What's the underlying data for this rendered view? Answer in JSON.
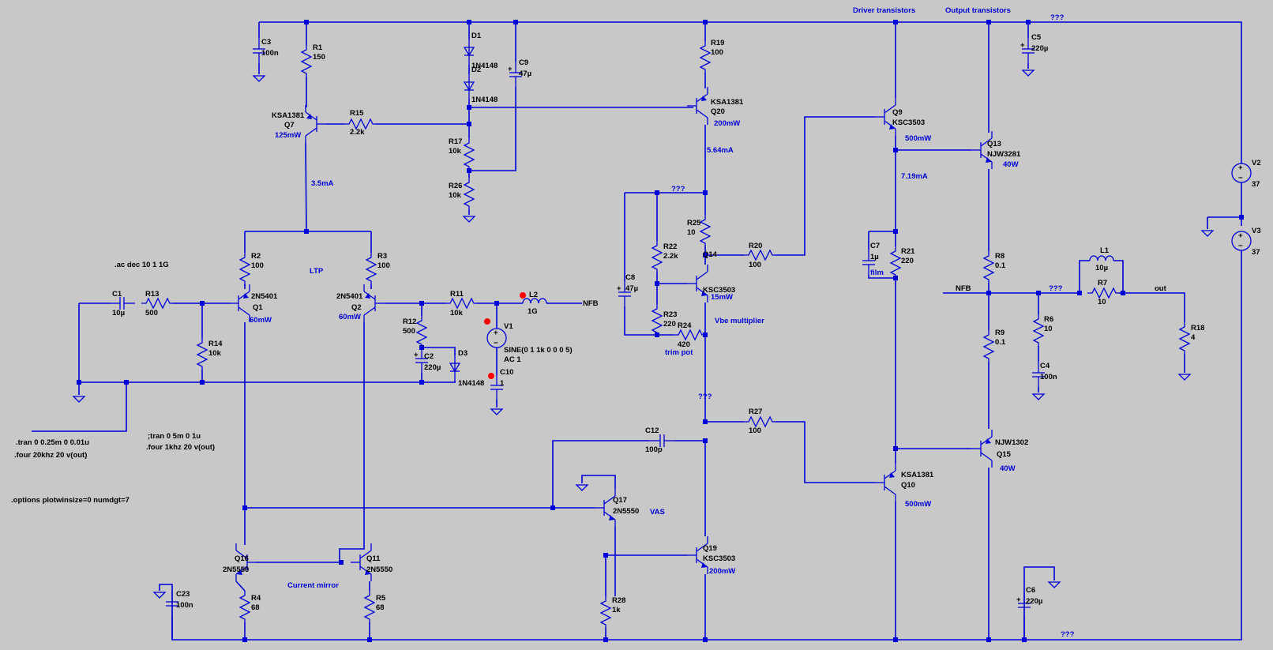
{
  "components": [
    {
      "id": "C3",
      "value": "100n"
    },
    {
      "id": "R1",
      "value": "150"
    },
    {
      "id": "D1",
      "value": "1N4148"
    },
    {
      "id": "D2",
      "value": "1N4148"
    },
    {
      "id": "C9",
      "value": "47µ"
    },
    {
      "id": "R19",
      "value": "100"
    },
    {
      "id": "C5",
      "value": "220µ"
    },
    {
      "id": "Q7",
      "model": "KSA1381",
      "power": "125mW"
    },
    {
      "id": "R15",
      "value": "2.2k"
    },
    {
      "id": "R17",
      "value": "10k"
    },
    {
      "id": "R26",
      "value": "10k"
    },
    {
      "id": "Q20",
      "model": "KSA1381",
      "power": "200mW"
    },
    {
      "id": "Q9",
      "model": "KSC3503",
      "power": "500mW"
    },
    {
      "id": "Q13",
      "model": "NJW3281",
      "power": "40W"
    },
    {
      "id": "V2",
      "value": "37"
    },
    {
      "id": "V3",
      "value": "37"
    },
    {
      "id": "R25",
      "value": "10"
    },
    {
      "id": "R22",
      "value": "2.2k"
    },
    {
      "id": "R23",
      "value": "220"
    },
    {
      "id": "C8",
      "value": "47µ"
    },
    {
      "id": "R24",
      "value": "420",
      "note": "trim pot"
    },
    {
      "id": "Q14",
      "model": "KSC3503",
      "power": "15mW"
    },
    {
      "id": "R20",
      "value": "100"
    },
    {
      "id": "C7",
      "value": "1µ",
      "note": "film"
    },
    {
      "id": "R21",
      "value": "220"
    },
    {
      "id": "R8",
      "value": "0.1"
    },
    {
      "id": "R9",
      "value": "0.1"
    },
    {
      "id": "L1",
      "value": "10µ"
    },
    {
      "id": "R7",
      "value": "10"
    },
    {
      "id": "R6",
      "value": "10"
    },
    {
      "id": "C4",
      "value": "100n"
    },
    {
      "id": "R18",
      "value": "4"
    },
    {
      "id": "R2",
      "value": "100"
    },
    {
      "id": "R3",
      "value": "100"
    },
    {
      "id": "Q1",
      "model": "2N5401",
      "power": "60mW"
    },
    {
      "id": "Q2",
      "model": "2N5401",
      "power": "60mW"
    },
    {
      "id": "C1",
      "value": "10µ"
    },
    {
      "id": "R13",
      "value": "500"
    },
    {
      "id": "R14",
      "value": "10k"
    },
    {
      "id": "R11",
      "value": "10k"
    },
    {
      "id": "L2",
      "value": "1G"
    },
    {
      "id": "R12",
      "value": "500"
    },
    {
      "id": "C2",
      "value": "220µ"
    },
    {
      "id": "D3",
      "value": "1N4148"
    },
    {
      "id": "V1",
      "value": "SINE(0 1 1k 0 0 0 5)",
      "ac": "AC 1"
    },
    {
      "id": "C10",
      "value": "1"
    },
    {
      "id": "C12",
      "value": "100p"
    },
    {
      "id": "R27",
      "value": "100"
    },
    {
      "id": "Q10",
      "model": "KSA1381",
      "power": "500mW"
    },
    {
      "id": "Q15",
      "model": "NJW1302",
      "power": "40W"
    },
    {
      "id": "Q17",
      "model": "2N5550"
    },
    {
      "id": "Q19",
      "model": "KSC3503",
      "power": "200mW"
    },
    {
      "id": "Q16",
      "model": "2N5550"
    },
    {
      "id": "Q11",
      "model": "2N5550"
    },
    {
      "id": "R4",
      "value": "68"
    },
    {
      "id": "R5",
      "value": "68"
    },
    {
      "id": "C23",
      "value": "100n"
    },
    {
      "id": "R28",
      "value": "1k"
    },
    {
      "id": "C6",
      "value": "220µ"
    }
  ],
  "annotations": {
    "driver_transistors": "Driver transistors",
    "output_transistors": "Output transistors",
    "ltp": "LTP",
    "vbe_multiplier": "Vbe multiplier",
    "vas": "VAS",
    "current_mirror": "Current mirror",
    "nfb": "NFB",
    "out": "out",
    "unknown": "???",
    "i_q7": "3.5mA",
    "i_q20": "5.64mA",
    "i_driver": "7.19mA"
  },
  "spice_directives": [
    ".ac dec 10 1 1G",
    ".tran 0 0.25m 0 0.01u",
    ".four 20khz 20 v(out)",
    ";tran 0 5m 0 1u",
    ".four 1khz 20 v(out)",
    ".options plotwinsize=0 numdgt=7"
  ],
  "colors": {
    "wire": "#0000d8",
    "background": "#c8c8c8",
    "probe": "#ff0000",
    "label": "#000000"
  }
}
